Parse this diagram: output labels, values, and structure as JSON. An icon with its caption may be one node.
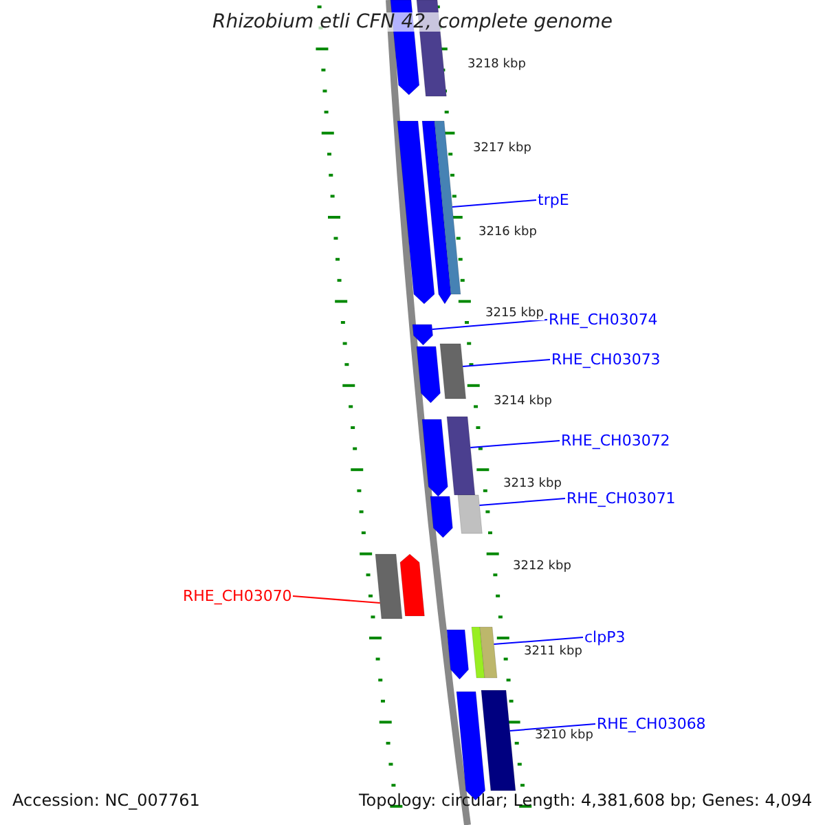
{
  "diagram": {
    "title": "Rhizobium etli CFN 42, complete genome",
    "nodes": [
      {
        "text": [
          "trpE"
        ]
      },
      {
        "text": [],
        "shape": "bar"
      },
      {
        "text": [
          "RHE_CH03074"
        ]
      },
      {
        "text": [],
        "shape": "arrow"
      },
      {
        "text": [
          "RHE_CH03073"
        ]
      },
      {
        "text": [],
        "shape": "bar"
      },
      {
        "text": [
          "RHE_CH03072"
        ]
      },
      {
        "text": [],
        "shape": "bar"
      },
      {
        "text": [
          "RHE_CH03071"
        ]
      },
      {
        "text": [],
        "shape": "bar"
      },
      {
        "text": [
          "RHE_CH03070"
        ]
      },
      {
        "text": [],
        "shape": "bar"
      },
      {
        "text": [
          "clpP3"
        ]
      },
      {
        "text": [],
        "shape": "bar"
      },
      {
        "text": [
          "RHE_CH03068"
        ]
      },
      {
        "text": [],
        "shape": "bar"
      },
      {
        "text": [],
        "shape": "arrow"
      },
      {
        "text": [],
        "shape": "bar"
      },
      {
        "text": [],
        "shape": "arrow"
      },
      {
        "text": [],
        "shape": "arrow"
      },
      {
        "text": [],
        "shape": "arrow"
      },
      {
        "text": [],
        "shape": "arrow"
      },
      {
        "text": [],
        "shape": "arrow"
      },
      {
        "text": [],
        "shape": "arrow"
      },
      {
        "text": [],
        "shape": "arrow"
      },
      {
        "text": [],
        "shape": "bar"
      },
      {
        "text": [],
        "shape": "arrow"
      }
    ],
    "edges": [
      {
        "from": 0,
        "to": 1,
        "arrow": "none"
      },
      {
        "from": 2,
        "to": 3,
        "arrow": "none"
      },
      {
        "from": 4,
        "to": 5,
        "arrow": "none"
      },
      {
        "from": 6,
        "to": 7,
        "arrow": "none"
      },
      {
        "from": 8,
        "to": 9,
        "arrow": "none"
      },
      {
        "from": 10,
        "to": 11,
        "arrow": "none",
        "color": "#ff0000"
      },
      {
        "from": 12,
        "to": 13,
        "arrow": "none"
      },
      {
        "from": 14,
        "to": 15,
        "arrow": "none"
      }
    ],
    "labels": [
      "3218 kbp",
      "3217 kbp",
      "3216 kbp",
      "3215 kbp",
      "3214 kbp",
      "3213 kbp",
      "3212 kbp",
      "3211 kbp",
      "3210 kbp",
      "Accession: NC_007761",
      "Topology: circular; Length: 4,381,608 bp; Genes: 4,094"
    ]
  }
}
